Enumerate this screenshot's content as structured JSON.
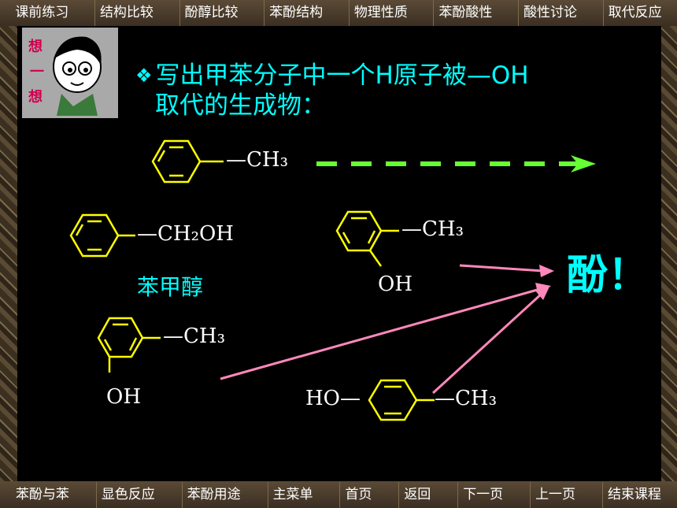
{
  "nav_top": [
    "课前练习",
    "结构比较",
    "酚醇比较",
    "苯酚结构",
    "物理性质",
    "苯酚酸性",
    "酸性讨论",
    "取代反应"
  ],
  "nav_bottom": [
    "苯酚与苯",
    "显色反应",
    "苯酚用途",
    "主菜单",
    "首页",
    "返回",
    "下一页",
    "上一页",
    "结束课程"
  ],
  "question": {
    "bullet": "❖",
    "line1": "写出甲苯分子中一个H原子被—OH",
    "line2": "取代的生成物："
  },
  "molecules": {
    "toluene": "—CH₃",
    "benzyl_alcohol": "—CH₂OH",
    "o_cresol_ch3": "—CH₃",
    "o_cresol_oh": "OH",
    "m_cresol_ch3": "—CH₃",
    "m_cresol_oh": "OH",
    "p_cresol_ho": "HO—",
    "p_cresol_ch3": "—CH₃"
  },
  "benzyl_alcohol_name": "苯甲醇",
  "phenol_label": "酚！",
  "thumbnail_text": "想一想",
  "colors": {
    "ring": "#ffff00",
    "text": "#ffffff",
    "cyan": "#00ffff",
    "arrow_green": "#66ff33",
    "arrow_pink": "#ff88bb"
  }
}
